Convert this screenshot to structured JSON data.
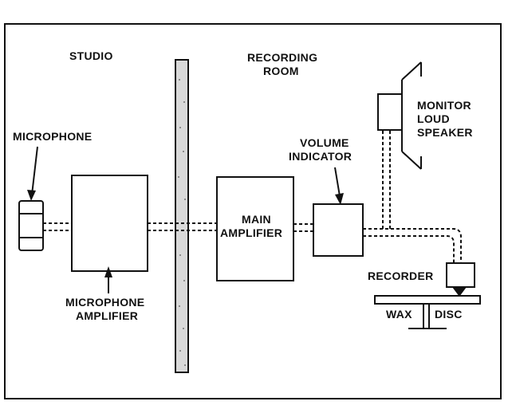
{
  "labels": {
    "studio": "STUDIO",
    "recording_room_line1": "RECORDING",
    "recording_room_line2": "ROOM",
    "microphone": "MICROPHONE",
    "microphone_amplifier_line1": "MICROPHONE",
    "microphone_amplifier_line2": "AMPLIFIER",
    "main_amplifier_line1": "MAIN",
    "main_amplifier_line2": "AMPLIFIER",
    "volume_indicator_line1": "VOLUME",
    "volume_indicator_line2": "INDICATOR",
    "monitor_line1": "MONITOR",
    "monitor_line2": "LOUD",
    "monitor_line3": "SPEAKER",
    "recorder": "RECORDER",
    "wax": "WAX",
    "disc": "DISC"
  },
  "colors": {
    "ink": "#111111",
    "wall_fill": "#d9d9d9",
    "background": "#ffffff"
  }
}
